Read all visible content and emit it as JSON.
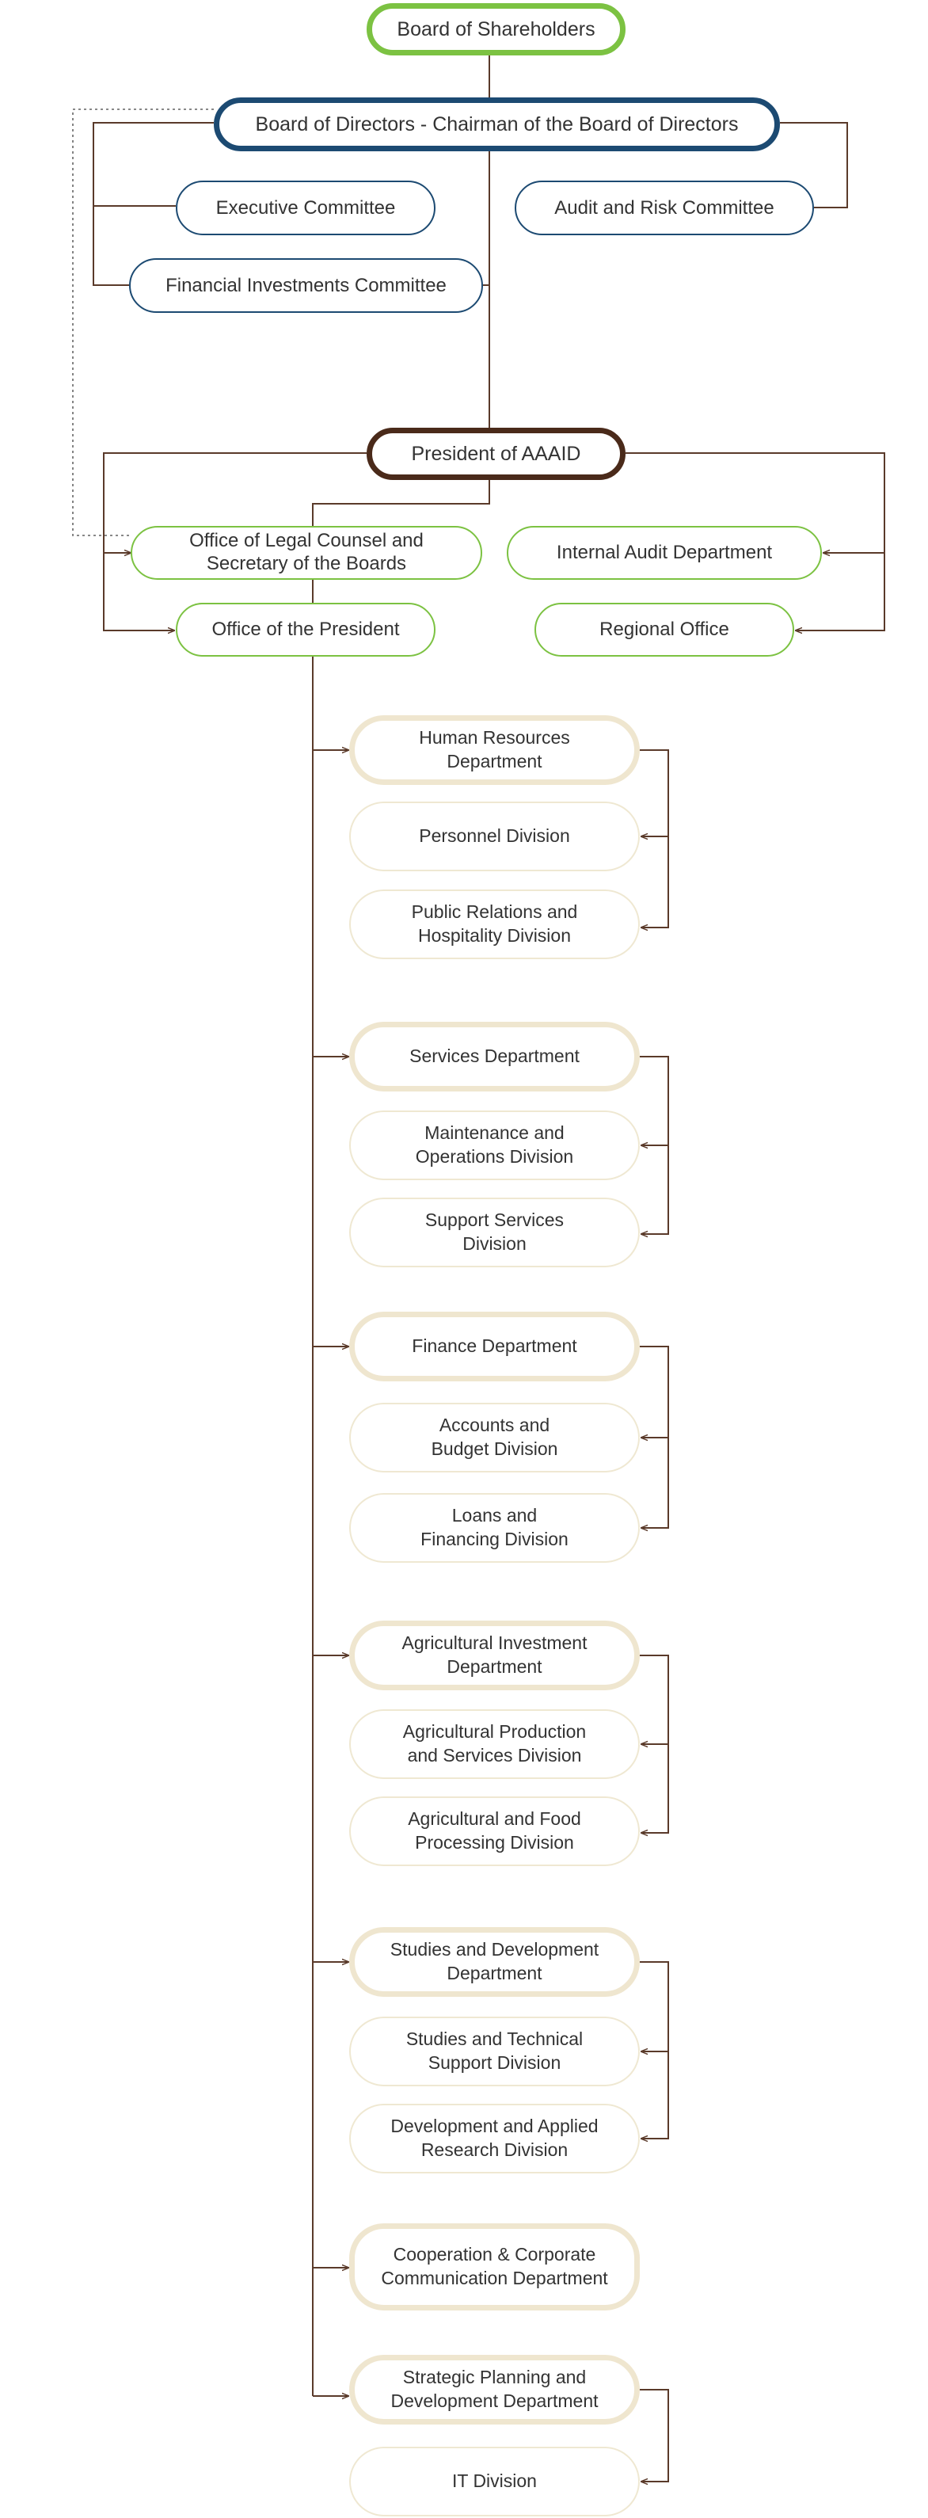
{
  "nodes": {
    "shareholders": "Board of Shareholders",
    "directors": "Board of Directors - Chairman of the Board of Directors",
    "executive": "Executive Committee",
    "audit_risk": "Audit and Risk Committee",
    "financial_investments": "Financial Investments Committee",
    "president": "President of AAAID",
    "legal": "Office of Legal Counsel and\nSecretary of the Boards",
    "internal_audit": "Internal Audit Department",
    "office_president": "Office of the President",
    "regional": "Regional Office",
    "hr": "Human Resources\nDepartment",
    "personnel": "Personnel Division",
    "public_relations": "Public Relations and\nHospitality Division",
    "services": "Services Department",
    "maintenance": "Maintenance and\nOperations Division",
    "support_services": "Support Services\nDivision",
    "finance": "Finance Department",
    "accounts": "Accounts and\nBudget Division",
    "loans": "Loans and\nFinancing Division",
    "agri_investment": "Agricultural Investment\nDepartment",
    "agri_production": "Agricultural Production\nand Services Division",
    "agri_food": "Agricultural and Food\nProcessing Division",
    "studies": "Studies and Development\nDepartment",
    "technical_support": "Studies and Technical\nSupport Division",
    "applied_research": "Development and Applied\nResearch Division",
    "cooperation": "Cooperation & Corporate\nCommunication Department",
    "strategic": "Strategic Planning and\nDevelopment Department",
    "it": "IT Division"
  },
  "colors": {
    "green": "#7cc242",
    "navy": "#1c4a72",
    "brown": "#4a2a1a",
    "connector": "#5a3a2a",
    "cream": "#efe6cf"
  }
}
